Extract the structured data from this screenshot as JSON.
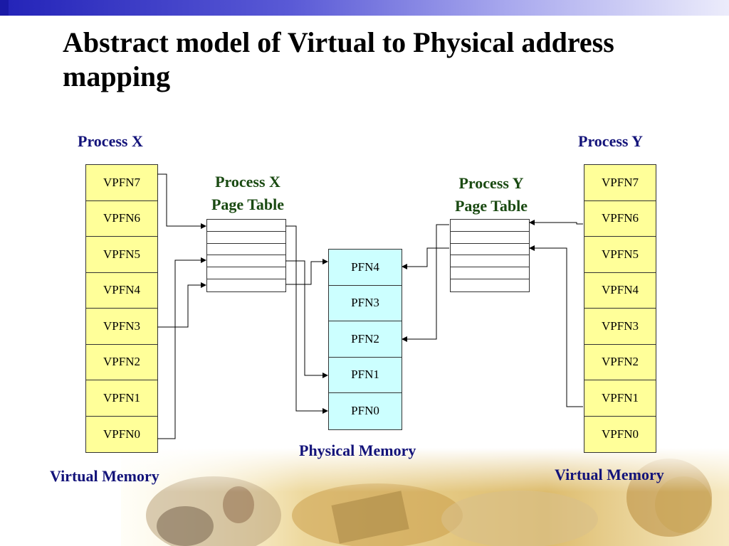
{
  "slide": {
    "title": "Abstract model of Virtual to Physical address mapping"
  },
  "diagram": {
    "process_x_label": "Process X",
    "process_y_label": "Process Y",
    "process_x_table_title": [
      "Process X",
      "Page Table"
    ],
    "process_y_table_title": [
      "Process Y",
      "Page Table"
    ],
    "virtual_memory_x_label": "Virtual Memory",
    "virtual_memory_y_label": "Virtual Memory",
    "physical_memory_label": "Physical Memory",
    "virtual_frames": [
      "VPFN7",
      "VPFN6",
      "VPFN5",
      "VPFN4",
      "VPFN3",
      "VPFN2",
      "VPFN1",
      "VPFN0"
    ],
    "physical_frames": [
      "PFN4",
      "PFN3",
      "PFN2",
      "PFN1",
      "PFN0"
    ],
    "page_table_rows": 6,
    "colors": {
      "virtual_fill": "#ffff99",
      "physical_fill": "#ccffff",
      "label_blue": "#13137a",
      "label_green": "#1a4a12"
    }
  }
}
